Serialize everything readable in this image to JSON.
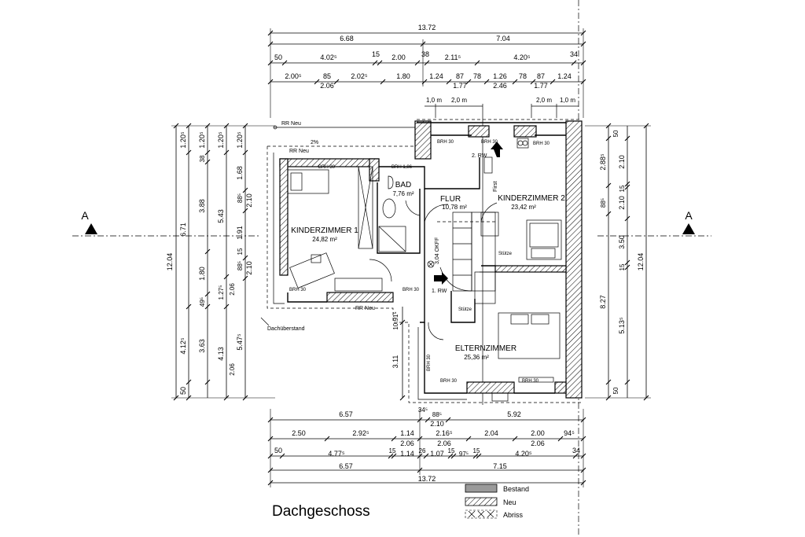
{
  "title": "Dachgeschoss",
  "section_marks": [
    "A",
    "A"
  ],
  "legend": [
    {
      "label": "Bestand",
      "fill": "#9a9a9a"
    },
    {
      "label": "Neu",
      "fill": "hatch"
    },
    {
      "label": "Abriss",
      "fill": "abriss"
    }
  ],
  "rooms": {
    "kinder1": {
      "name": "KINDERZIMMER 1",
      "area": "24,82 m²"
    },
    "bad": {
      "name": "BAD",
      "area": "7,76 m²"
    },
    "flur": {
      "name": "FLUR",
      "area": "10,78 m²"
    },
    "kinder2": {
      "name": "KINDERZIMMER 2",
      "area": "23,42 m²"
    },
    "eltern": {
      "name": "ELTERNZIMMER",
      "area": "25,36 m²"
    }
  },
  "labels": {
    "rr_neu": "RR Neu",
    "percent": "2%",
    "brh30": "BRH 30",
    "brh186": "BRH 1,86",
    "okff": "3,04 OKFF",
    "rw1": "1. RW",
    "rw2": "2. RW",
    "first": "First",
    "stuetze": "Stütze",
    "dachueberstand": "Dachüberstand",
    "m10": "1,0 m",
    "m20": "2,0 m"
  },
  "dims_top": {
    "r1": [
      "13.72"
    ],
    "r2": [
      "6.68",
      "7.04"
    ],
    "r3": [
      "50",
      "4.02⁵",
      "15",
      "2.00",
      "38",
      "2.11⁵",
      "4.20⁵",
      "34"
    ],
    "r4a": [
      "2.00⁵",
      "85",
      "2.02⁵",
      "1.80",
      "1.24",
      "87",
      "78",
      "1.26",
      "78",
      "87",
      "1.24"
    ],
    "r4b": [
      "2.06",
      "1.77",
      "2.46",
      "1.77"
    ]
  },
  "dims_bottom": {
    "r0": [
      "6.57",
      "34⁵",
      "88⁵",
      "5.92"
    ],
    "r0b": [
      "2.10"
    ],
    "r1a": [
      "2.50",
      "2.92⁵",
      "1.14",
      "2.16⁵",
      "2.04",
      "2.00",
      "94⁵"
    ],
    "r1b": [
      "2.06",
      "2.06",
      "2.06"
    ],
    "r2": [
      "50",
      "4.77⁵",
      "15",
      "1.14",
      "26",
      "1.07",
      "15",
      "97⁵",
      "15",
      "4.20⁵",
      "34"
    ],
    "r3": [
      "6.57",
      "7.15"
    ],
    "r4": [
      "13.72"
    ]
  },
  "dims_left": {
    "c1": [
      "12.04"
    ],
    "c2": [
      "1.20⁵",
      "6.71",
      "4.12⁵",
      "50"
    ],
    "c3": [
      "1.20⁵",
      "38",
      "3.88",
      "1.80",
      "49⁵",
      "3.63"
    ],
    "c4": [
      "1.20⁵",
      "5.43",
      "1.27⁵",
      "4.13"
    ],
    "c5": [
      "1.20⁵",
      "1.68",
      "88⁵",
      "2.10",
      "1.91",
      "15",
      "88⁵",
      "2.10",
      "2.06",
      "5.47⁵",
      "2.06"
    ]
  },
  "dims_right": {
    "c1": [
      "50",
      "2.88⁵",
      "88⁵",
      "8.27",
      "50"
    ],
    "c2": [
      "2.10",
      "15",
      "2.10",
      "3.50",
      "15",
      "5.13⁵"
    ],
    "c3": [
      "12.04"
    ]
  },
  "dims_mid": {
    "v1": [
      "10.91⁵",
      "3.11"
    ]
  }
}
